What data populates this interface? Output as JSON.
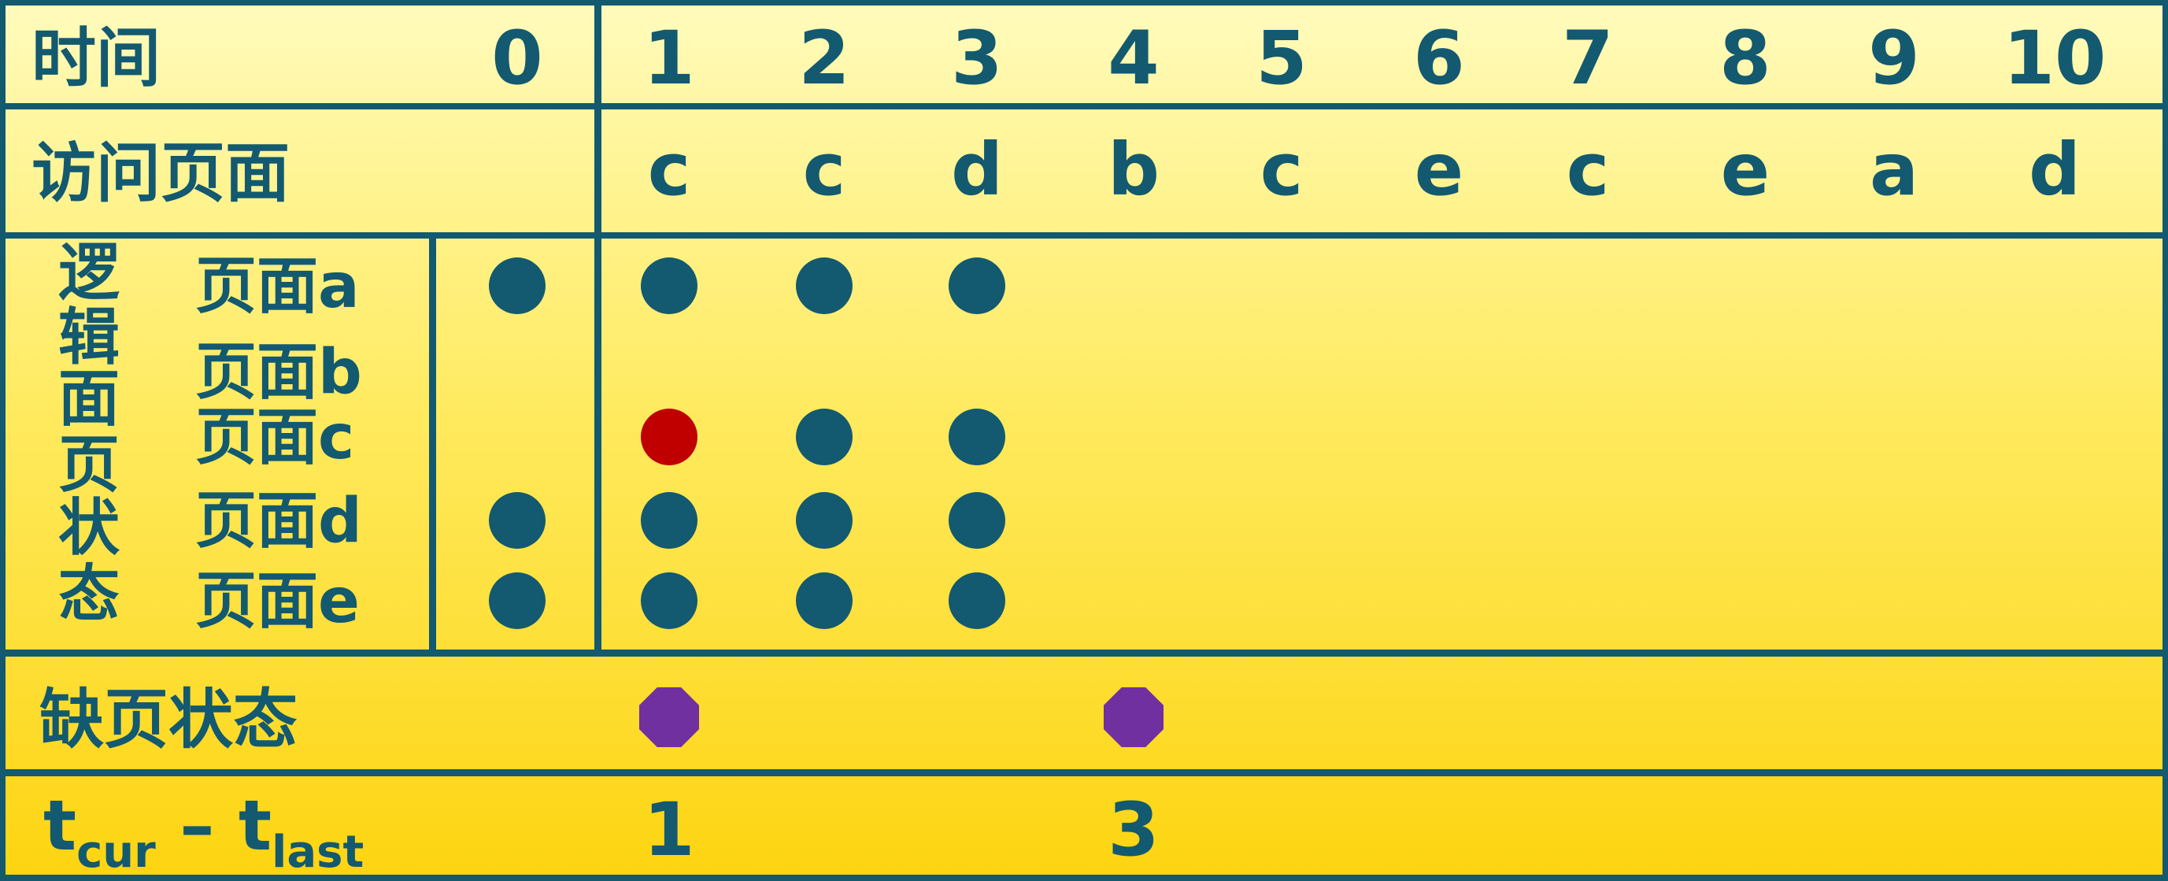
{
  "header": {
    "time_label": "时间",
    "times": [
      "0",
      "1",
      "2",
      "3",
      "4",
      "5",
      "6",
      "7",
      "8",
      "9",
      "10"
    ]
  },
  "access_row": {
    "label": "访问页面",
    "pages": [
      "c",
      "c",
      "d",
      "b",
      "c",
      "e",
      "c",
      "e",
      "a",
      "d"
    ]
  },
  "state_block": {
    "vertical_label_chars": [
      "逻",
      "辑",
      "面",
      "页",
      "状",
      "态"
    ],
    "page_labels": [
      "页面a",
      "页面b",
      "页面c",
      "页面d",
      "页面e"
    ],
    "columns": [
      {
        "time": "0",
        "cells": [
          "resident",
          "",
          "",
          "resident",
          "resident"
        ]
      },
      {
        "time": "1",
        "cells": [
          "resident",
          "",
          "new",
          "resident",
          "resident"
        ]
      },
      {
        "time": "2",
        "cells": [
          "resident",
          "",
          "resident",
          "resident",
          "resident"
        ]
      },
      {
        "time": "3",
        "cells": [
          "resident",
          "",
          "resident",
          "resident",
          "resident"
        ]
      }
    ]
  },
  "fault_row": {
    "label": "缺页状态",
    "fault_times": [
      "1",
      "4"
    ]
  },
  "interval_row": {
    "label": {
      "t1": "t",
      "sub1": "cur",
      "dash": "–",
      "t2": "t",
      "sub2": "last"
    },
    "values": [
      {
        "time": "1",
        "value": "1"
      },
      {
        "time": "4",
        "value": "3"
      }
    ]
  },
  "colors": {
    "primary": "#135970",
    "new_page": "#c00000",
    "fault": "#7030a0",
    "bg_top": "#fffbbd",
    "bg_bottom": "#fdd410"
  }
}
